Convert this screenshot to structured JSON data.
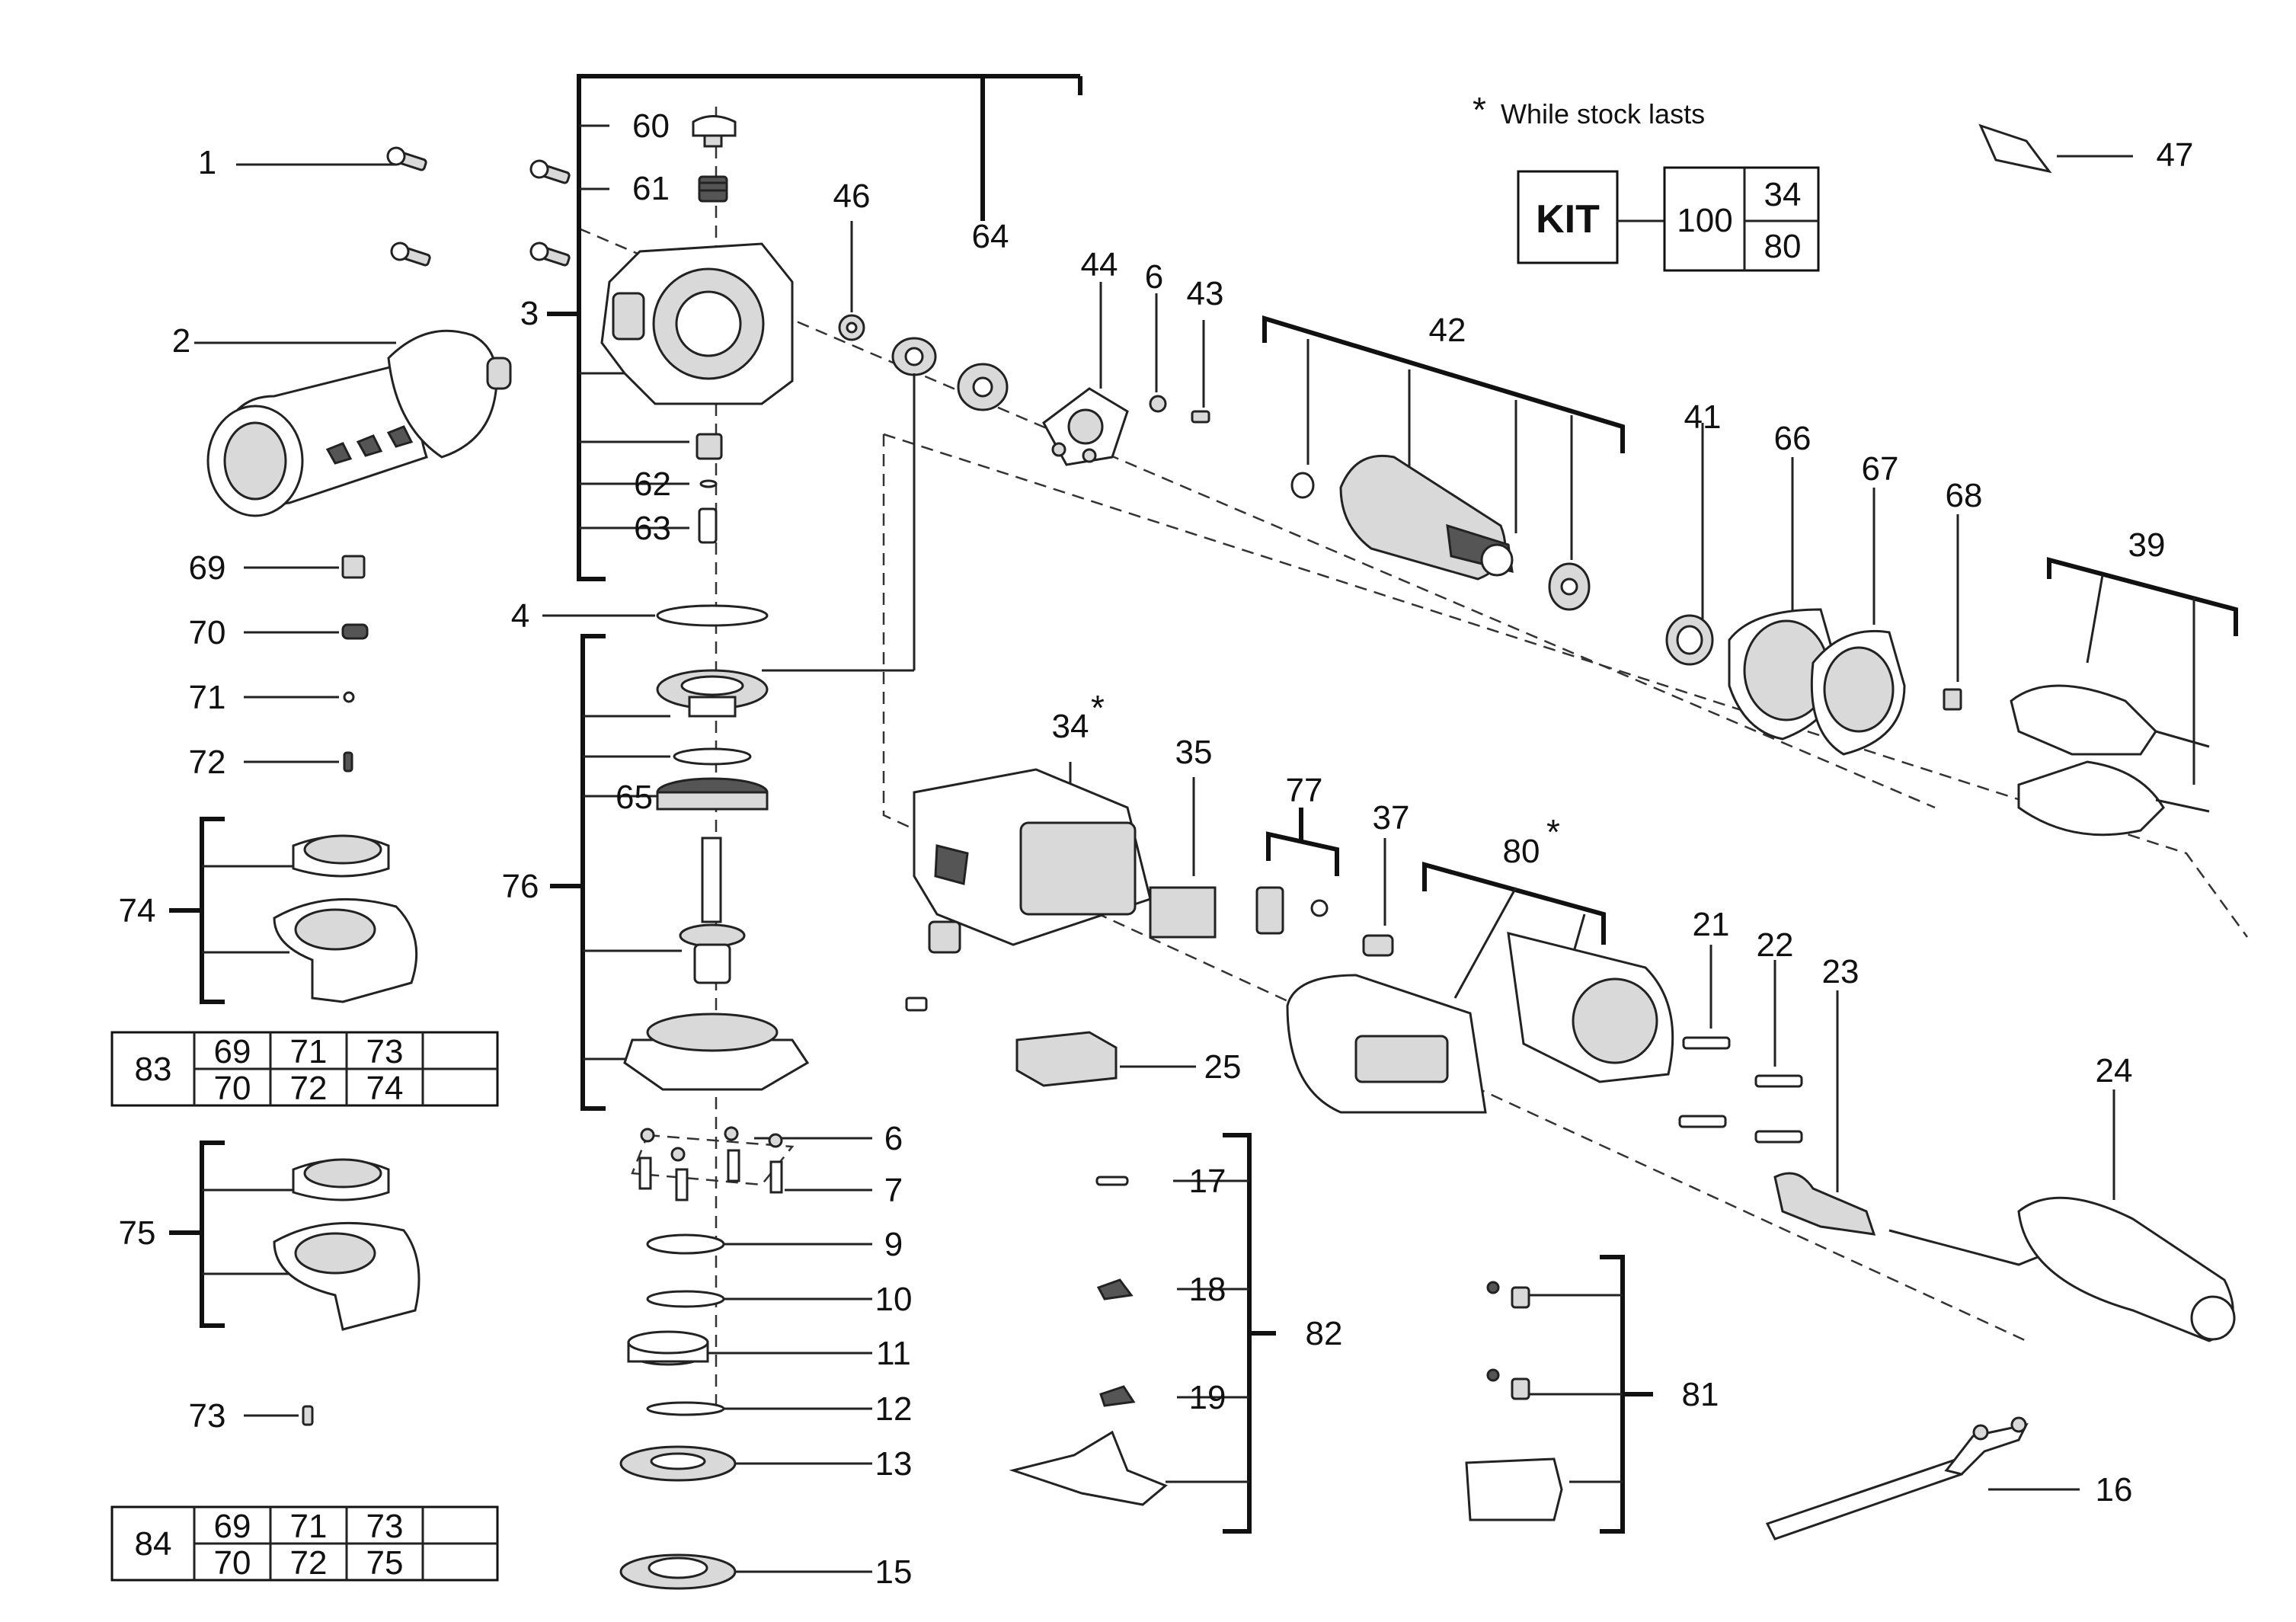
{
  "note": {
    "star": "*",
    "text": "While stock lasts"
  },
  "kit_table": {
    "kit": "KIT",
    "main": "100",
    "top": "34",
    "bottom": "80"
  },
  "callouts": {
    "c1": "1",
    "c2": "2",
    "c3": "3",
    "c4": "4",
    "c6a": "6",
    "c6b": "6",
    "c7": "7",
    "c9": "9",
    "c10": "10",
    "c11": "11",
    "c12": "12",
    "c13": "13",
    "c15": "15",
    "c16": "16",
    "c17": "17",
    "c18": "18",
    "c19": "19",
    "c21": "21",
    "c22": "22",
    "c23": "23",
    "c24": "24",
    "c25": "25",
    "c34": "34",
    "c35": "35",
    "c37": "37",
    "c39": "39",
    "c41": "41",
    "c42": "42",
    "c43": "43",
    "c44": "44",
    "c46": "46",
    "c47": "47",
    "c60": "60",
    "c61": "61",
    "c62": "62",
    "c63": "63",
    "c64": "64",
    "c65": "65",
    "c66": "66",
    "c67": "67",
    "c68": "68",
    "c69": "69",
    "c70": "70",
    "c71": "71",
    "c72": "72",
    "c73": "73",
    "c74": "74",
    "c75": "75",
    "c76": "76",
    "c77": "77",
    "c80": "80",
    "c81": "81",
    "c82": "82"
  },
  "stars": {
    "s34": "*",
    "s80": "*"
  },
  "table83": {
    "id": "83",
    "row1": [
      "69",
      "71",
      "73",
      ""
    ],
    "row2": [
      "70",
      "72",
      "74",
      ""
    ]
  },
  "table84": {
    "id": "84",
    "row1": [
      "69",
      "71",
      "73",
      ""
    ],
    "row2": [
      "70",
      "72",
      "75",
      ""
    ]
  }
}
